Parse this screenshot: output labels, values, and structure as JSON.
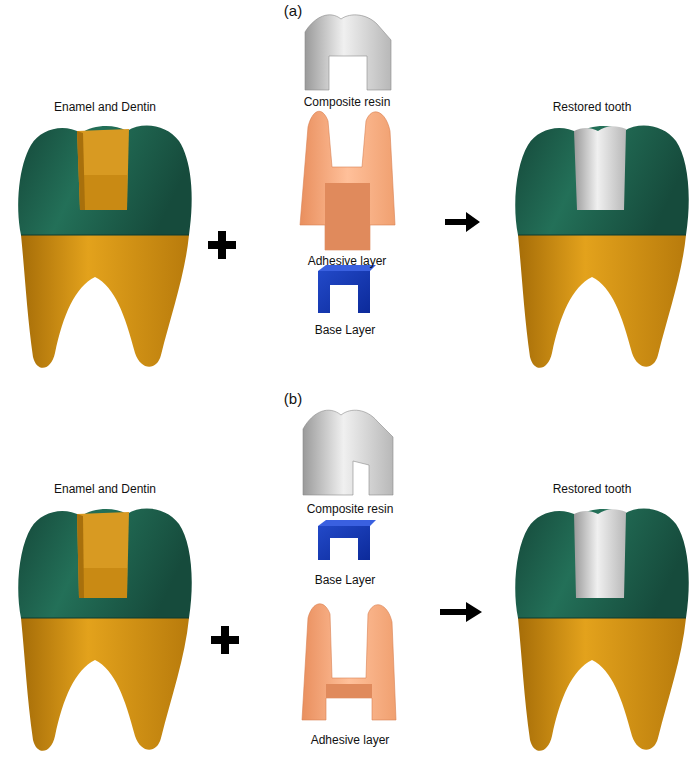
{
  "diagram": {
    "labels": [
      "(a)",
      "Enamel and Dentin",
      "Composite resin",
      "Restored tooth",
      "Adhesive layer",
      "Base Layer",
      "(b)",
      "Enamel and Dentin",
      "Composite resin",
      "Restored tooth",
      "Base Layer",
      "Adhesive layer"
    ]
  }
}
